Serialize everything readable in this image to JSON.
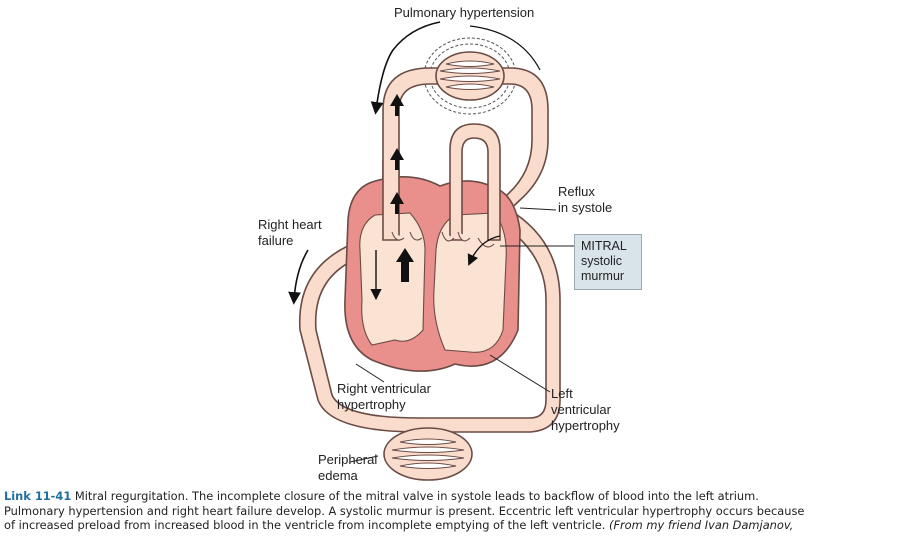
{
  "labels": {
    "pulmonary": "Pulmonary hypertension",
    "reflux_line1": "Reflux",
    "reflux_line2": "in systole",
    "right_failure_line1": "Right heart",
    "right_failure_line2": "failure",
    "murmur_line1": "MITRAL",
    "murmur_line2": "systolic",
    "murmur_line3": "murmur",
    "rvh_line1": "Right ventricular",
    "rvh_line2": "hypertrophy",
    "lvh_line1": "Left",
    "lvh_line2": "ventricular",
    "lvh_line3": "hypertrophy",
    "edema_line1": "Peripheral",
    "edema_line2": "edema"
  },
  "caption": {
    "link": "Link 11-41",
    "line1": "Mitral regurgitation. The incomplete closure of the mitral valve in systole leads to backflow of blood into the left atrium.",
    "line2": "Pulmonary hypertension and right heart failure develop. A systolic murmur is present. Eccentric left ventricular hypertrophy occurs because",
    "line3": "of increased preload from increased blood in the ventricle from incomplete emptying of the left ventricle.",
    "source": "(From my friend Ivan Damjanov,"
  },
  "colors": {
    "vessel_fill": "#f9dccb",
    "heart_wall": "#e98f8c",
    "heart_inner": "#fbe3d3",
    "outline": "#6b4b45",
    "murmur_box": "#d9e3ea"
  }
}
